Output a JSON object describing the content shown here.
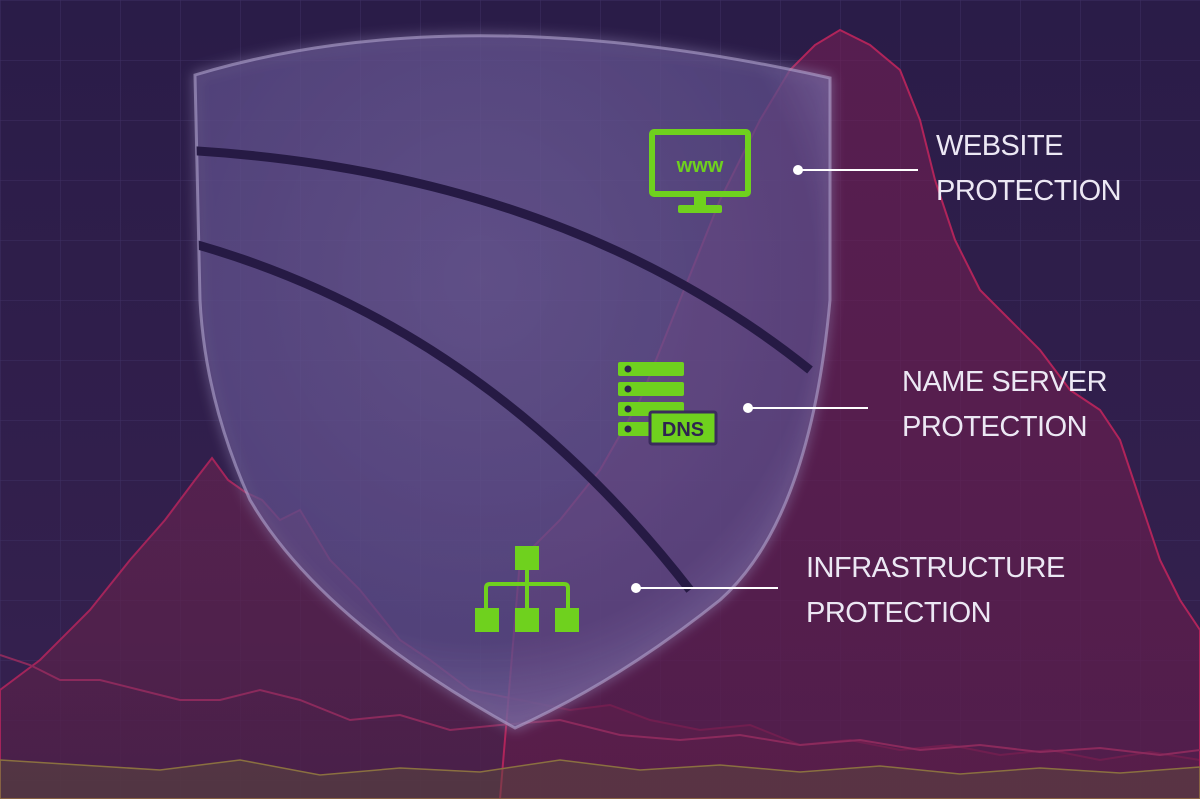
{
  "colors": {
    "background": "#2b1d4a",
    "grid": "#3f3063",
    "mountain_line": "#b0245a",
    "shield_fill": "#5b4a86",
    "accent_green": "#6fd11e",
    "connector": "#ffffff",
    "label_text": "#ece8f4"
  },
  "icons": {
    "website": "monitor-www-icon",
    "dns": "server-dns-icon",
    "infrastructure": "network-hierarchy-icon"
  },
  "website_icon_text": "www",
  "dns_icon_text": "DNS",
  "layers": [
    {
      "line1": "WEBSITE",
      "line2": "PROTECTION"
    },
    {
      "line1": "NAME SERVER",
      "line2": "PROTECTION"
    },
    {
      "line1": "INFRASTRUCTURE",
      "line2": "PROTECTION"
    }
  ]
}
